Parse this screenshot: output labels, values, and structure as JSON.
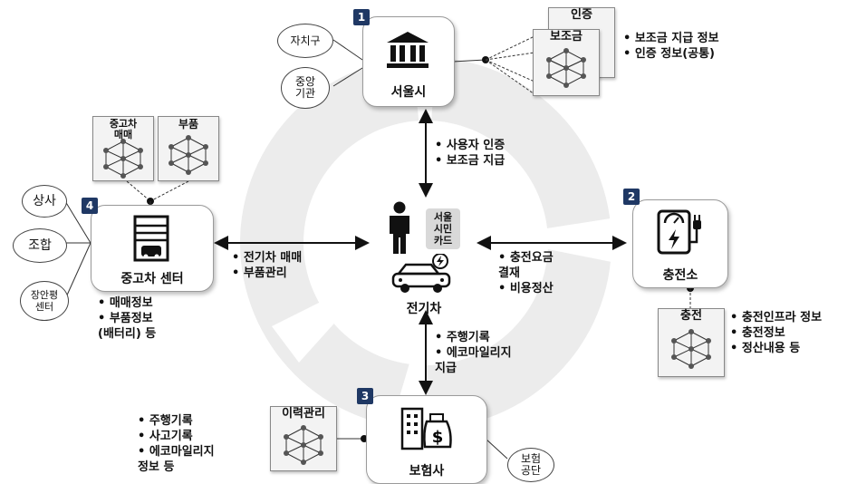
{
  "nodes": {
    "seoul": {
      "num": "1",
      "label": "서울시"
    },
    "charging": {
      "num": "2",
      "label": "충전소"
    },
    "insurance": {
      "num": "3",
      "label": "보험사"
    },
    "usedcar": {
      "num": "4",
      "label": "중고차 센터"
    },
    "ev": {
      "label": "전기차",
      "card": "서울\n시민\n카드"
    }
  },
  "ellipses": {
    "autonomous": "자치구",
    "central": "중앙\n기관",
    "dealer": "상사",
    "union": "조합",
    "janganpyeong": "장안평\n센터",
    "insurance_agency": "보험\n공단"
  },
  "ledgers": {
    "cert": "인증",
    "subsidy": "보조금",
    "usedcar_trade": "중고차\n매매",
    "parts": "부품",
    "charge": "충전",
    "history": "이력관리"
  },
  "texts": {
    "seoul_info": "• 보조금 지급 정보\n• 인증 정보(공통)",
    "seoul_ev": "• 사용자 인증\n• 보조금 지급",
    "usedcar_ev": "• 전기차 매매\n• 부품관리",
    "usedcar_info": "• 매매정보\n• 부품정보\n  (배터리) 등",
    "charge_ev": "• 충전요금\n  결재\n• 비용정산",
    "charge_info": "• 충전인프라 정보\n• 충전정보\n• 정산내용 등",
    "insurance_ev": "• 주행기록\n• 에코마일리지\n  지급",
    "insurance_info": "• 주행기록\n• 사고기록\n• 에코마일리지\n  정보 등"
  }
}
